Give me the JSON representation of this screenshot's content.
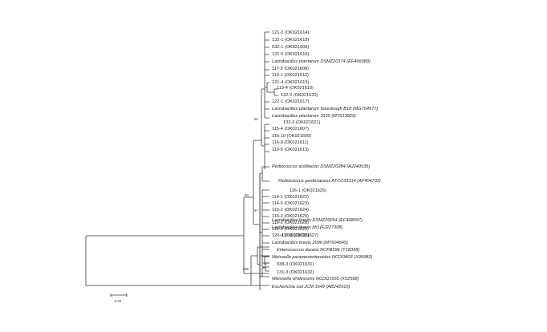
{
  "tree": {
    "leaves": [
      {
        "id": "l1",
        "label": "121-2 (OK021614)",
        "italic": false
      },
      {
        "id": "l2",
        "label": "132-1 (OK021619)",
        "italic": false
      },
      {
        "id": "l3",
        "label": "032-1 (OK021606)",
        "italic": false
      },
      {
        "id": "l4",
        "label": "121-5 (OK021616)",
        "italic": false
      },
      {
        "id": "l5",
        "label": "Lactobacillus plantarum DSMZ20174 (EF466089)",
        "italic": true
      },
      {
        "id": "l6",
        "label": "117-5 (OK021608)",
        "italic": false
      },
      {
        "id": "l7",
        "label": "119-1 (OK021612)",
        "italic": false
      },
      {
        "id": "l8",
        "label": "121-4 (OK021615)",
        "italic": false
      },
      {
        "id": "l9",
        "label": "119-4 (OK021610)",
        "italic": false
      },
      {
        "id": "l10",
        "label": "132-2 (OK021620)",
        "italic": false
      },
      {
        "id": "l11",
        "label": "122-1 (OK021617)",
        "italic": false
      },
      {
        "id": "l12",
        "label": "Lactobacillus plantarum Sourdough B18 (MG754577)",
        "italic": true
      },
      {
        "id": "l13",
        "label": "Lactobacillus plantarum 3335 (MT613929)",
        "italic": true
      },
      {
        "id": "l14",
        "label": "132-3 (OK021621)",
        "italic": false
      },
      {
        "id": "l15",
        "label": "115-4 (OK021607)",
        "italic": false
      },
      {
        "id": "l16",
        "label": "116-10 (OK021609)",
        "italic": false
      },
      {
        "id": "l17",
        "label": "116-9 (OK021611)",
        "italic": false
      },
      {
        "id": "l18",
        "label": "119-5 (OK021613)",
        "italic": false
      },
      {
        "id": "l19",
        "label": "Pediococcus acidilactici DSMZ20284 (AJ249535)",
        "italic": true
      },
      {
        "id": "l20",
        "label": "Pediococcus pentosaceus ATCC33314 (AF404732)",
        "italic": true
      },
      {
        "id": "l21",
        "label": "116-1 (OK021625)",
        "italic": false
      },
      {
        "id": "l22",
        "label": "114-1 (OK021622)",
        "italic": false
      },
      {
        "id": "l23",
        "label": "114-5 (OK021623)",
        "italic": false
      },
      {
        "id": "l24",
        "label": "115-2 (OK021624)",
        "italic": false
      },
      {
        "id": "l25",
        "label": "116-2 (OK021626)",
        "italic": false
      },
      {
        "id": "l26",
        "label": "119-2 (OK021628)",
        "italic": false
      },
      {
        "id": "l27",
        "label": "119-6 (OK021629)",
        "italic": false
      },
      {
        "id": "l28",
        "label": "120-4 (OK021630)",
        "italic": false
      },
      {
        "id": "l29",
        "label": "Lactobacillus brevis DSMZ20054 (EF468097)",
        "italic": true
      },
      {
        "id": "l30",
        "label": "Lactobacillus brevis bh1(FJ227308)",
        "italic": true
      },
      {
        "id": "l31",
        "label": "117-3 (OK021627)",
        "italic": false
      },
      {
        "id": "l32",
        "label": "Lactobacillus brevis 2096 (MT604645)",
        "italic": true
      },
      {
        "id": "l33",
        "label": "Enterococcus durans NCFB596 (Y18358)",
        "italic": true
      },
      {
        "id": "l34",
        "label": "Weissella paramesenteroides NCDO803 (X95982)",
        "italic": true
      },
      {
        "id": "l35",
        "label": "038-3 (OK021631)",
        "italic": false
      },
      {
        "id": "l36",
        "label": "131-3 (OK021632)",
        "italic": false
      },
      {
        "id": "l37",
        "label": "Weissella viridescens NCDO1655 (X52568)",
        "italic": true
      },
      {
        "id": "l38",
        "label": "Escherichia coli JCM 1649 (AB242910)",
        "italic": true
      }
    ],
    "bootstrap": [
      {
        "id": "b1",
        "value": "66"
      },
      {
        "id": "b2",
        "value": "80"
      },
      {
        "id": "b3",
        "value": "97"
      },
      {
        "id": "b4",
        "value": "085"
      }
    ],
    "scale_label": "0.02"
  }
}
